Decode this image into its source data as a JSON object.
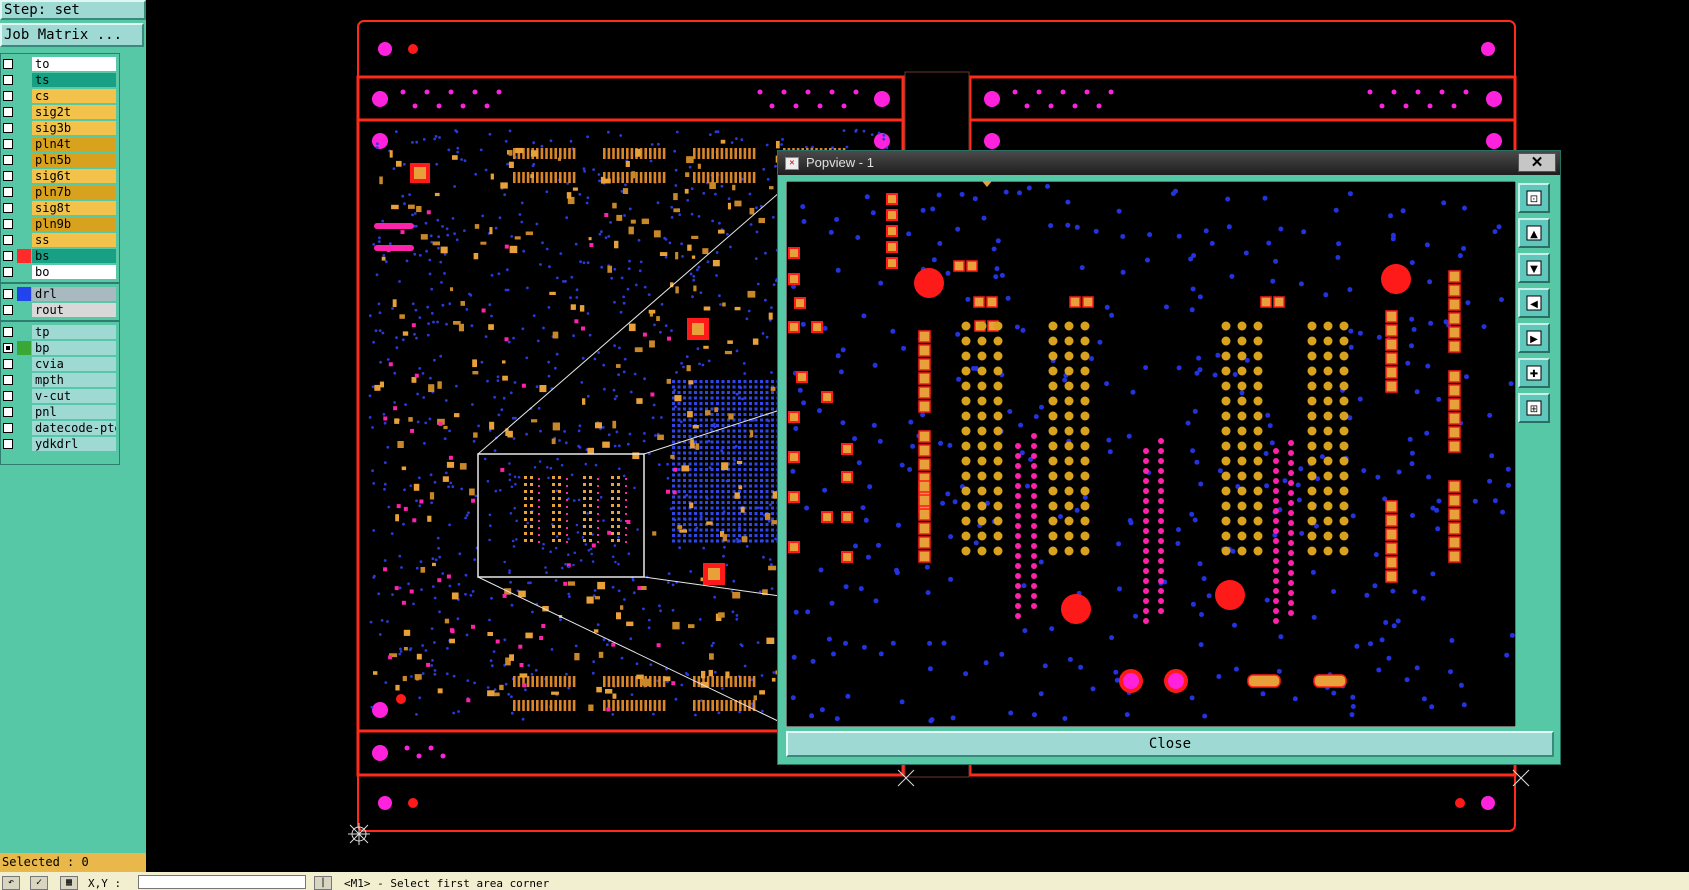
{
  "step_label": "Step: set",
  "job_matrix_label": "Job Matrix ...",
  "layers": [
    {
      "name": "to",
      "color": "#ffffff",
      "swatch": "",
      "top": 0
    },
    {
      "name": "ts",
      "color": "#17a084",
      "swatch": "",
      "top": 0
    },
    {
      "name": "cs",
      "color": "#f2c24a",
      "swatch": "",
      "top": 0
    },
    {
      "name": "sig2t",
      "color": "#f2c24a",
      "swatch": "",
      "top": 0
    },
    {
      "name": "sig3b",
      "color": "#f2c24a",
      "swatch": "",
      "top": 0
    },
    {
      "name": "pln4t",
      "color": "#d9a21e",
      "swatch": "",
      "top": 0
    },
    {
      "name": "pln5b",
      "color": "#d9a21e",
      "swatch": "",
      "top": 0
    },
    {
      "name": "sig6t",
      "color": "#f2c24a",
      "swatch": "",
      "top": 0
    },
    {
      "name": "pln7b",
      "color": "#d9a21e",
      "swatch": "",
      "top": 0
    },
    {
      "name": "sig8t",
      "color": "#f2c24a",
      "swatch": "",
      "top": 0
    },
    {
      "name": "pln9b",
      "color": "#d9a21e",
      "swatch": "",
      "top": 0
    },
    {
      "name": "ss",
      "color": "#f2c24a",
      "swatch": "",
      "top": 0
    },
    {
      "name": "bs",
      "color": "#17a084",
      "swatch": "#ff2a2a",
      "top": 0
    },
    {
      "name": "bo",
      "color": "#ffffff",
      "swatch": "",
      "top": 0
    },
    {
      "name": "drl",
      "color": "#a9b9c0",
      "swatch": "#2244ee",
      "top": 0
    },
    {
      "name": "rout",
      "color": "#d8d8d8",
      "swatch": "",
      "top": 0
    },
    {
      "name": "tp",
      "color": "#9fd9d4",
      "swatch": "",
      "top": 0
    },
    {
      "name": "bp",
      "color": "#9fd9d4",
      "swatch": "#3aa836",
      "top": 0
    },
    {
      "name": "cvia",
      "color": "#9fd9d4",
      "swatch": "",
      "top": 0
    },
    {
      "name": "mpth",
      "color": "#9fd9d4",
      "swatch": "",
      "top": 0
    },
    {
      "name": "v-cut",
      "color": "#9fd9d4",
      "swatch": "",
      "top": 0
    },
    {
      "name": "pnl",
      "color": "#9fd9d4",
      "swatch": "",
      "top": 0
    },
    {
      "name": "datecode-pte",
      "color": "#9fd9d4",
      "swatch": "",
      "top": 0
    },
    {
      "name": "ydkdrl",
      "color": "#9fd9d4",
      "swatch": "",
      "top": 0
    }
  ],
  "selected_label": "Selected : 0",
  "xy_label": "X,Y :",
  "prompt_text": "<M1> - Select first area corner",
  "popview": {
    "title": "Popview - 1",
    "close_x": "✕",
    "close_button": "Close"
  },
  "tool_icons": [
    "zoom-fit-icon",
    "pan-up-icon",
    "pan-down-icon",
    "pan-left-icon",
    "pan-right-icon",
    "zoom-home-icon",
    "zoom-window-icon"
  ],
  "colors": {
    "board_outline": "#ff2a1a",
    "pad_orange": "#e8a03a",
    "pad_red": "#ff1a1a",
    "via_blue": "#2a3adc",
    "fiducial_magenta": "#ff22dd",
    "panel_bg": "#56c8a6"
  }
}
